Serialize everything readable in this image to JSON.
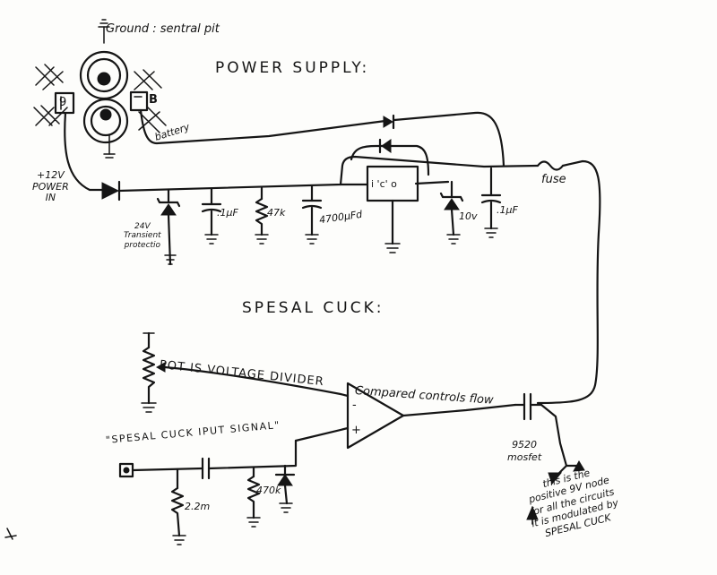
{
  "titles": {
    "power_supply": "POWER  SUPPLY:",
    "spesal_cuck": "SPESAL  CUCK:"
  },
  "labels": {
    "ground": "Ground : sentral pit",
    "jack_left": "9",
    "jack_right": "B",
    "battery": "battery",
    "power_in": "+12V\nPOWER\nIN",
    "tvs": "24V\nTransient\nprotectio",
    "cap1": ".1μF",
    "res47k": "47k",
    "cap4700": "4700μFd",
    "regulator": "i  'c'  o",
    "zener": "10v",
    "cap2": ".1μF",
    "fuse": "fuse",
    "pot": "POT IS VOLTAGE DIVIDER",
    "compared": "Compared controls flow",
    "opamp_minus": "-",
    "opamp_plus": "+",
    "input_signal": "\"SPESAL CUCK IPUT SIGNAL\"",
    "res2m": "2.2m",
    "res470k": "470k",
    "mosfet": "9520\nmosfet",
    "note": "this is the\npositive 9V node\nfor all the circuits\nit is modulated by\nSPESAL CUCK",
    "margin_mark": "4"
  },
  "colors": {
    "ink": "#151515",
    "paper": "#fdfdfb"
  }
}
